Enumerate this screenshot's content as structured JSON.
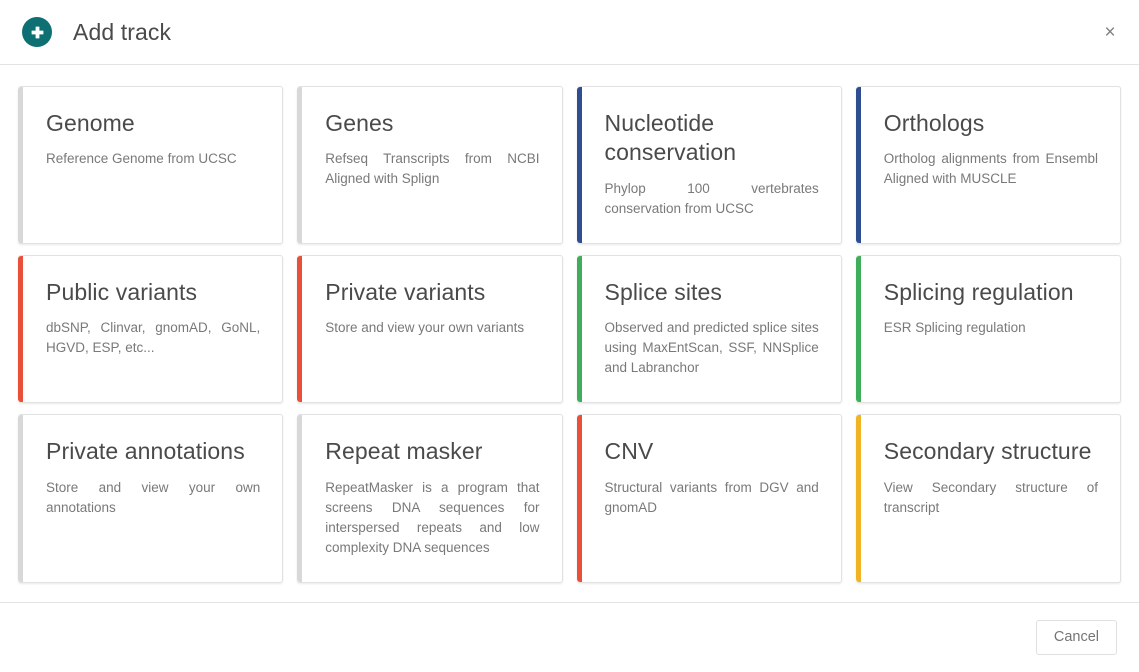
{
  "header": {
    "title": "Add track",
    "add_icon": "plus-circle-icon",
    "close_label": "×"
  },
  "colors": {
    "accent_teal": "#0f7073",
    "stripe_gray": "#d8d8d8",
    "stripe_blue": "#2e4e8f",
    "stripe_red": "#e8503a",
    "stripe_green": "#3eae5a",
    "stripe_yellow": "#f0b323",
    "card_border": "#e2e2e2",
    "title_text": "#4a4a4a",
    "desc_text": "#797979"
  },
  "cards": [
    {
      "title": "Genome",
      "description": "Reference Genome from UCSC",
      "stripe": "#d8d8d8",
      "name": "genome"
    },
    {
      "title": "Genes",
      "description": "Refseq Transcripts from NCBI Aligned with Splign",
      "stripe": "#d8d8d8",
      "name": "genes"
    },
    {
      "title": "Nucleotide conservation",
      "description": "Phylop 100 vertebrates conservation from UCSC",
      "stripe": "#2e4e8f",
      "name": "nucleotide-conservation"
    },
    {
      "title": "Orthologs",
      "description": "Ortholog alignments from Ensembl Aligned with MUSCLE",
      "stripe": "#2e4e8f",
      "name": "orthologs"
    },
    {
      "title": "Public variants",
      "description": "dbSNP, Clinvar, gnomAD, GoNL, HGVD, ESP, etc...",
      "stripe": "#e8503a",
      "name": "public-variants"
    },
    {
      "title": "Private variants",
      "description": "Store and view your own variants",
      "stripe": "#e8503a",
      "name": "private-variants"
    },
    {
      "title": "Splice sites",
      "description": "Observed and predicted splice sites using MaxEntScan, SSF, NNSplice and Labranchor",
      "stripe": "#3eae5a",
      "name": "splice-sites"
    },
    {
      "title": "Splicing regulation",
      "description": "ESR Splicing regulation",
      "stripe": "#3eae5a",
      "name": "splicing-regulation"
    },
    {
      "title": "Private annotations",
      "description": "Store and view your own annotations",
      "stripe": "#d8d8d8",
      "name": "private-annotations"
    },
    {
      "title": "Repeat masker",
      "description": "RepeatMasker is a program that screens DNA sequences for interspersed repeats and low complexity DNA sequences",
      "stripe": "#d8d8d8",
      "name": "repeat-masker"
    },
    {
      "title": "CNV",
      "description": "Structural variants from DGV and gnomAD",
      "stripe": "#e8503a",
      "name": "cnv"
    },
    {
      "title": "Secondary structure",
      "description": "View Secondary structure of transcript",
      "stripe": "#f0b323",
      "name": "secondary-structure"
    }
  ],
  "footer": {
    "cancel_label": "Cancel"
  }
}
